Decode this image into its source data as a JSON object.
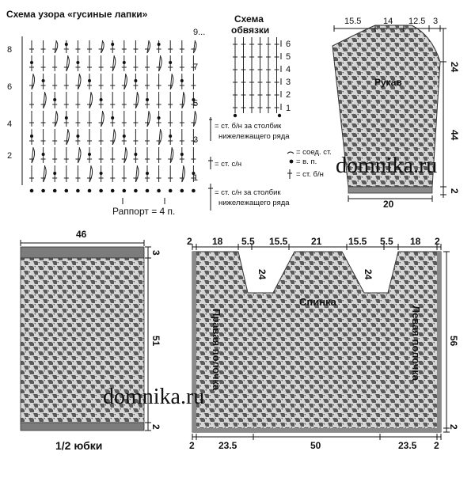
{
  "chart_scheme": {
    "title": "Схема узора «гусиные лапки»",
    "row_numbers": [
      "2",
      "4",
      "6",
      "8"
    ],
    "right_labels": [
      "1",
      "3",
      "5",
      "7",
      "9..."
    ],
    "rapport": "Раппорт = 4 п."
  },
  "edging_scheme": {
    "title_line1": "Схема",
    "title_line2": "обвязки",
    "rows": [
      "1",
      "2",
      "3",
      "4",
      "5",
      "6"
    ]
  },
  "legend": {
    "item1_line1": "= ст. б/н за столбик",
    "item1_line2": "нижележащего ряда",
    "item2": "= ст. с/н",
    "item3_line1": "= ст. с/н за столбик",
    "item3_line2": "нижележащего ряда",
    "item4": "= соед. ст.",
    "item5": "= в. п.",
    "item6": "= ст. б/н"
  },
  "sleeve": {
    "label": "Рукав",
    "top_dims": [
      "15.5",
      "14",
      "12.5",
      "3"
    ],
    "right_top": "24",
    "right_mid": "44",
    "right_bottom": "2",
    "bottom": "20"
  },
  "skirt": {
    "top": "46",
    "right_top": "3",
    "right_mid": "51",
    "right_bottom": "2",
    "caption": "1/2 юбки"
  },
  "back": {
    "label": "Спинка",
    "left_front": "Правая полочка",
    "right_front": "Левая полочка",
    "top_dims": [
      "2",
      "18",
      "5.5",
      "15.5",
      "21",
      "15.5",
      "5.5",
      "18",
      "2"
    ],
    "armhole_left": "24",
    "armhole_right": "24",
    "right_side": "56",
    "right_bottom": "2",
    "bottom_dims": [
      "2",
      "23.5",
      "50",
      "23.5",
      "2"
    ]
  },
  "watermark": "domnika.ru"
}
